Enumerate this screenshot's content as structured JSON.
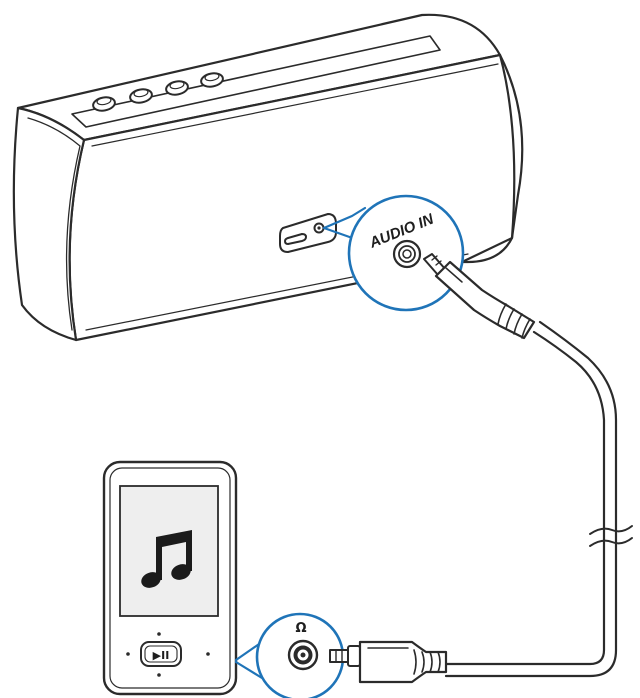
{
  "labels": {
    "audio_in": "AUDIO IN",
    "play_pause": "▶II",
    "headphone_symbol": "Ω"
  },
  "icons": {
    "music": "music-note-icon",
    "headphone": "headphone-icon"
  },
  "colors": {
    "line": "#2b2b2b",
    "callout": "#1f74b8",
    "screen": "#eeeeee",
    "background": "#ffffff"
  }
}
